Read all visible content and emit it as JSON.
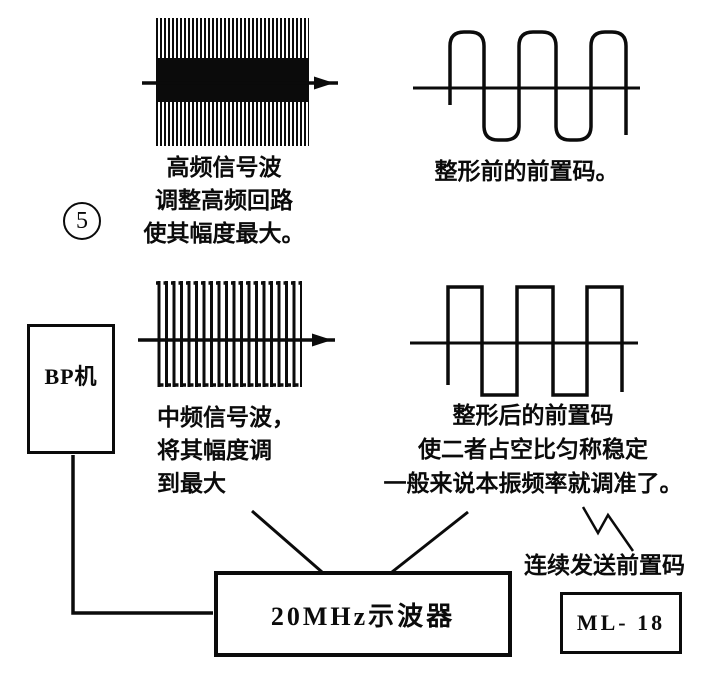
{
  "colors": {
    "ink": "#0b0b0b",
    "paper": "#ffffff"
  },
  "step_badge": {
    "number": "5"
  },
  "panels": {
    "top_left": {
      "waveform": "high-frequency-burst",
      "caption_lines": [
        "高频信号波",
        "调整高频回路",
        "使其幅度最大。"
      ]
    },
    "top_right": {
      "waveform": "rounded-square-wave",
      "caption": "整形前的前置码。"
    },
    "mid_left": {
      "waveform": "intermediate-frequency-dense-square-wave",
      "caption_lines": [
        "中频信号波，",
        "将其幅度调",
        "到最大"
      ]
    },
    "mid_right": {
      "waveform": "shaped-square-wave",
      "caption_lines": [
        "整形后的前置码",
        "使二者占空比匀称稳定",
        "一般来说本振频率就调准了。"
      ]
    }
  },
  "boxes": {
    "pager": {
      "label": "BP机"
    },
    "oscilloscope": {
      "label": "20MHz示波器"
    },
    "model": {
      "label": "ML- 18"
    }
  },
  "annotations": {
    "continuous_send": "连续发送前置码"
  }
}
